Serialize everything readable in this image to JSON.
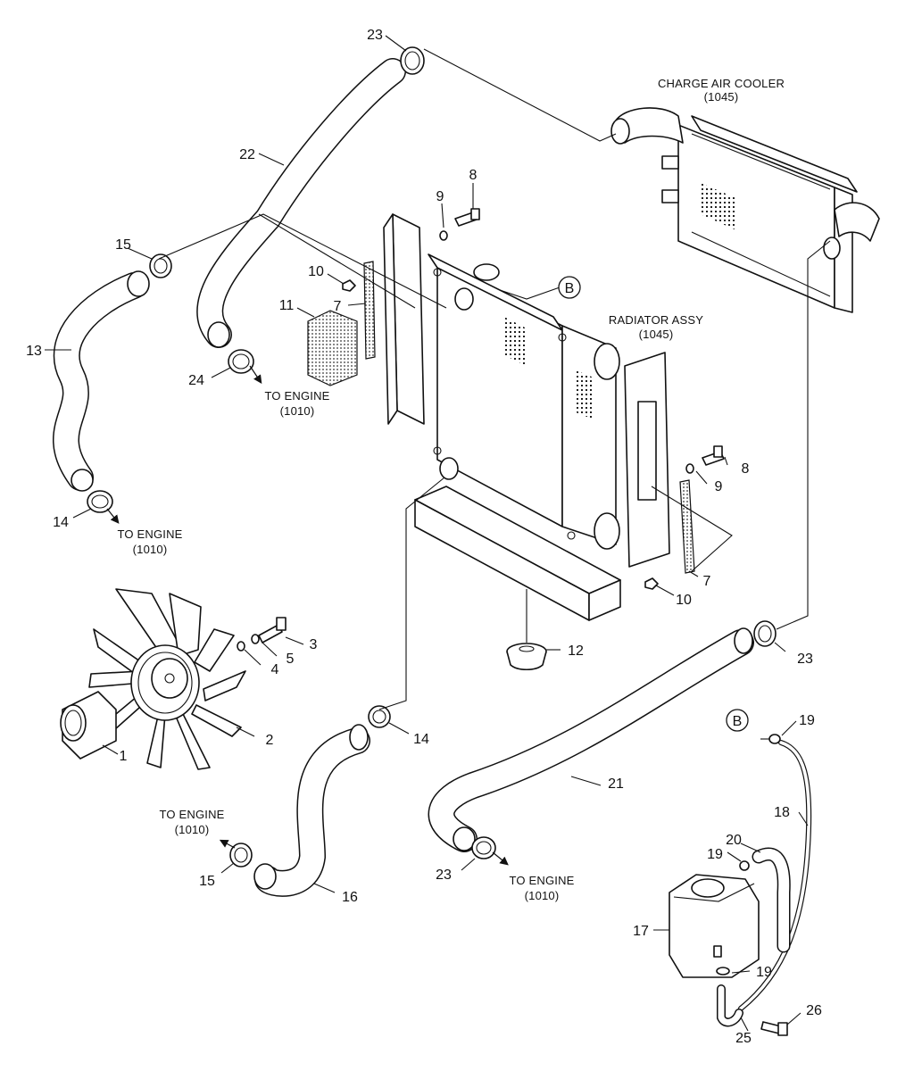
{
  "callouts": {
    "c1": "1",
    "c2": "2",
    "c3": "3",
    "c4": "4",
    "c5": "5",
    "c7a": "7",
    "c7b": "7",
    "c8a": "8",
    "c8b": "8",
    "c9a": "9",
    "c9b": "9",
    "c10a": "10",
    "c10b": "10",
    "c11": "11",
    "c12": "12",
    "c13": "13",
    "c14a": "14",
    "c14b": "14",
    "c15a": "15",
    "c15b": "15",
    "c16": "16",
    "c17": "17",
    "c18": "18",
    "c19a": "19",
    "c19b": "19",
    "c19c": "19",
    "c20": "20",
    "c21": "21",
    "c22": "22",
    "c23a": "23",
    "c23b": "23",
    "c23c": "23",
    "c24": "24",
    "c25": "25",
    "c26": "26"
  },
  "reference_marker": "B",
  "labels": {
    "charge_air_cooler": {
      "line1": "CHARGE AIR COOLER",
      "line2": "(1045)"
    },
    "radiator_assy": {
      "line1": "RADIATOR ASSY",
      "line2": "(1045)"
    },
    "to_engine": {
      "line1": "TO ENGINE",
      "line2": "(1010)"
    }
  }
}
